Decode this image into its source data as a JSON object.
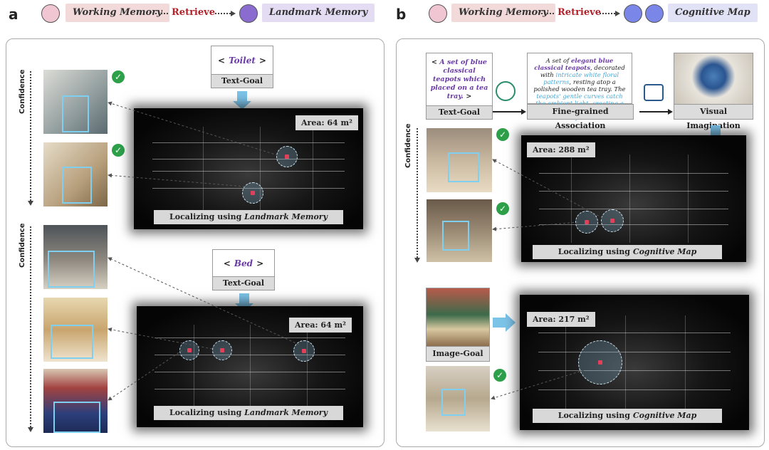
{
  "panel_a": {
    "letter": "a",
    "header": {
      "working_memory": "Working Memory",
      "retrieve": "Retrieve",
      "target": "Landmark Memory"
    },
    "confidence_label": "Confidence",
    "top": {
      "goal_keyword": "Toilet",
      "goal_open": "<",
      "goal_close": ">",
      "goal_title": "Text-Goal",
      "area_label": "Area: 64 m²",
      "loc_prefix": "Localizing using ",
      "loc_em": "Landmark Memory"
    },
    "bottom": {
      "goal_keyword": "Bed",
      "goal_open": "<",
      "goal_close": ">",
      "goal_title": "Text-Goal",
      "area_label": "Area: 64 m²",
      "loc_prefix": "Localizing using ",
      "loc_em": "Landmark Memory"
    }
  },
  "panel_b": {
    "letter": "b",
    "header": {
      "working_memory": "Working Memory",
      "retrieve": "Retrieve",
      "target": "Cognitive Map"
    },
    "confidence_label": "Confidence",
    "text_goal": {
      "open": "<",
      "body": "A set of blue classical teapots which placed on a tea tray.",
      "close": ">",
      "title": "Text-Goal"
    },
    "association": {
      "t1": "A set of ",
      "h1": "elegant blue classical teapots",
      "t2": ", decorated with ",
      "h2": "intricate white floral patterns",
      "t3": ", resting atop a polished wooden tea tray. The ",
      "h3": "teapots' gentle curves catch the ambient light, creating a soft sheen against their glossy surfaces.",
      "title": "Fine-grained Association"
    },
    "imagination_title": "Visual Imagination",
    "map_top": {
      "area_label": "Area: 288 m²",
      "loc_prefix": "Localizing using ",
      "loc_em": "Cognitive Map"
    },
    "image_goal_title": "Image-Goal",
    "map_bottom": {
      "area_label": "Area: 217 m²",
      "loc_prefix": "Localizing using ",
      "loc_em": "Cognitive Map"
    }
  },
  "colors": {
    "retrieve": "#b2232a",
    "keyword": "#6a3aa8",
    "check": "#2ea04a",
    "bbox": "#7fd0f0",
    "arrow": "#7cc3e8"
  }
}
